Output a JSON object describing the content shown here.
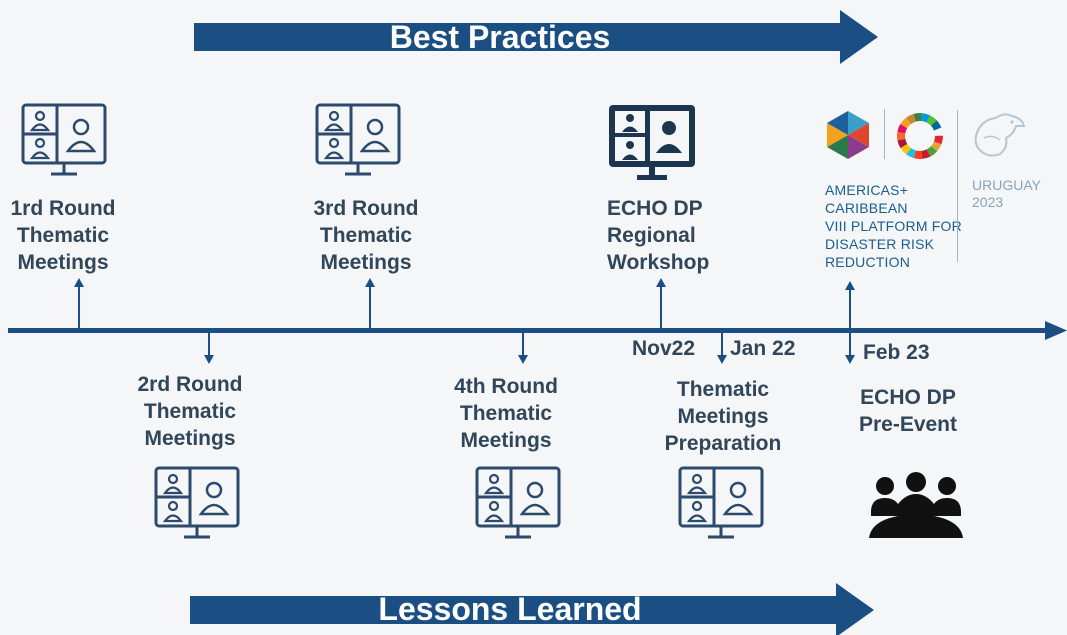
{
  "banners": {
    "top": "Best Practices",
    "bottom": "Lessons Learned"
  },
  "above_items": [
    {
      "lines": [
        "1rd Round",
        "Thematic",
        "Meetings"
      ],
      "icon": "video-conference-icon"
    },
    {
      "lines": [
        "3rd Round",
        "Thematic",
        "Meetings"
      ],
      "icon": "video-conference-icon"
    },
    {
      "lines": [
        "ECHO DP",
        "Regional",
        "Workshop"
      ],
      "icon": "video-conference-icon"
    }
  ],
  "below_items": [
    {
      "lines": [
        "2rd Round",
        "Thematic",
        "Meetings"
      ],
      "icon": "video-conference-icon"
    },
    {
      "lines": [
        "4th Round",
        "Thematic",
        "Meetings"
      ],
      "icon": "video-conference-icon"
    },
    {
      "lines": [
        "Thematic",
        "Meetings",
        "Preparation"
      ],
      "icon": "video-conference-icon"
    },
    {
      "lines": [
        "ECHO DP",
        "Pre-Event"
      ],
      "icon": "group-meeting-icon"
    }
  ],
  "dates": {
    "nov": "Nov22",
    "jan": "Jan 22",
    "feb": "Feb 23"
  },
  "platform_logo": {
    "lines": [
      "AMERICAS+",
      "CARIBBEAN",
      "VIII PLATFORM FOR",
      "DISASTER RISK",
      "REDUCTION"
    ],
    "country_lines": [
      "URUGUAY",
      "2023"
    ]
  },
  "colors": {
    "accent": "#1b4f83",
    "text": "#32465a",
    "icon": "#2c4a6b",
    "background": "#f4f6f8"
  }
}
